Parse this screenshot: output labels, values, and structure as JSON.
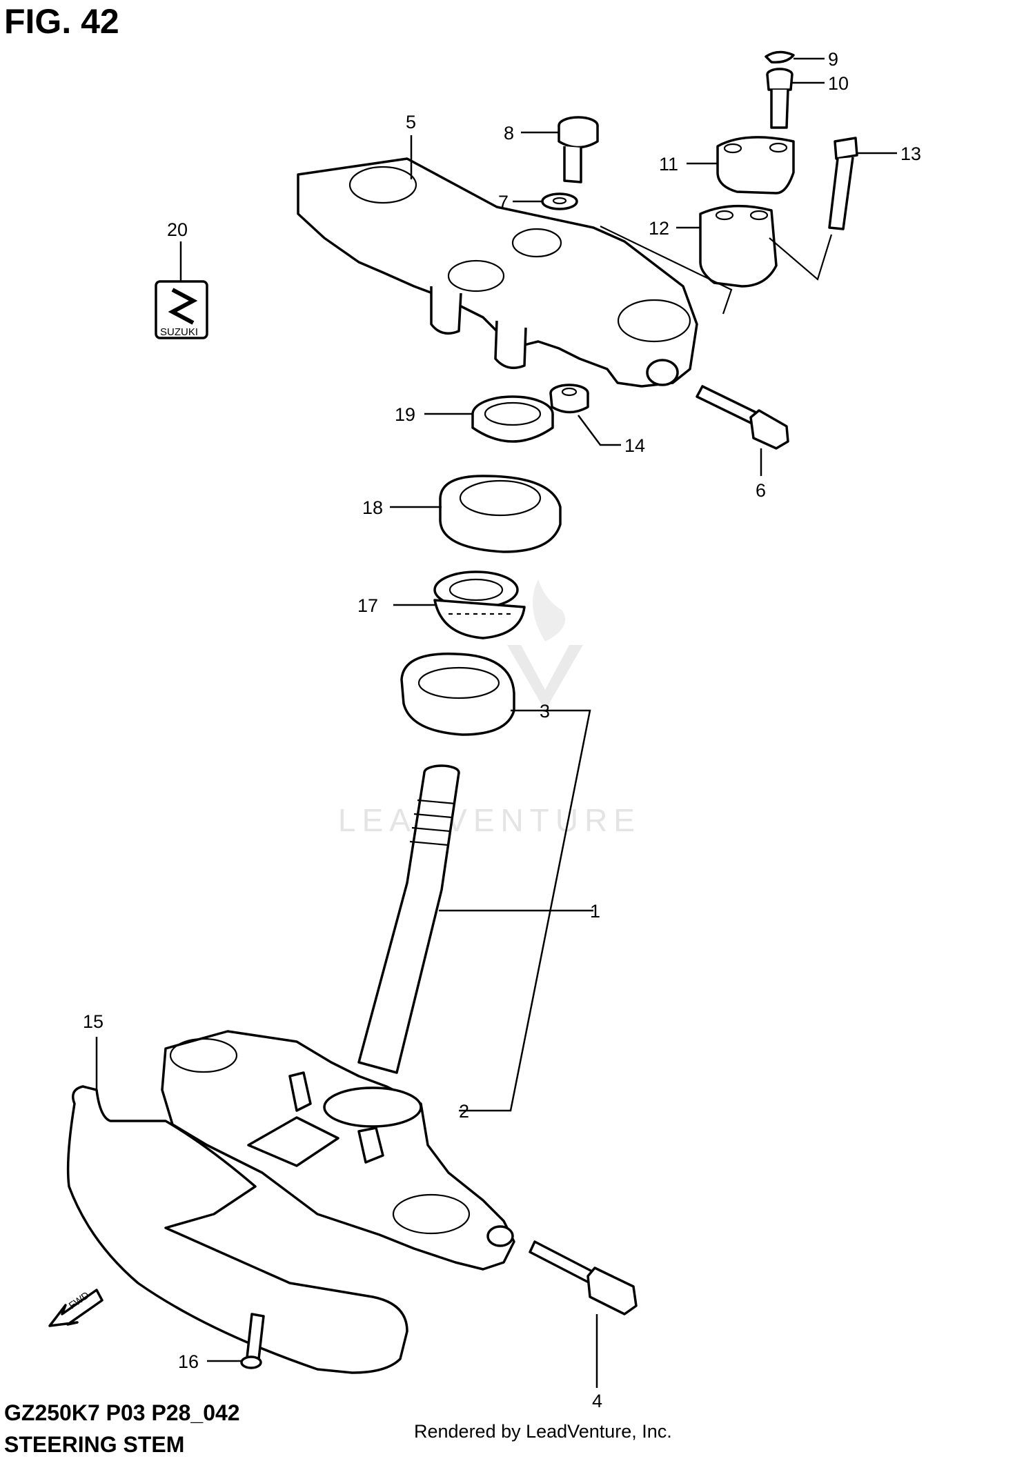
{
  "figure": {
    "title": "FIG. 42",
    "model_code": "GZ250K7 P03 P28_042",
    "section_name": "STEERING STEM",
    "credit": "Rendered by LeadVenture, Inc.",
    "watermark": "LEADVENTURE",
    "emblem_text": "SUZUKI",
    "direction_label": "FWD"
  },
  "callouts": [
    "1",
    "2",
    "3",
    "4",
    "5",
    "6",
    "7",
    "8",
    "9",
    "10",
    "11",
    "12",
    "13",
    "14",
    "15",
    "16",
    "17",
    "18",
    "19",
    "20"
  ]
}
